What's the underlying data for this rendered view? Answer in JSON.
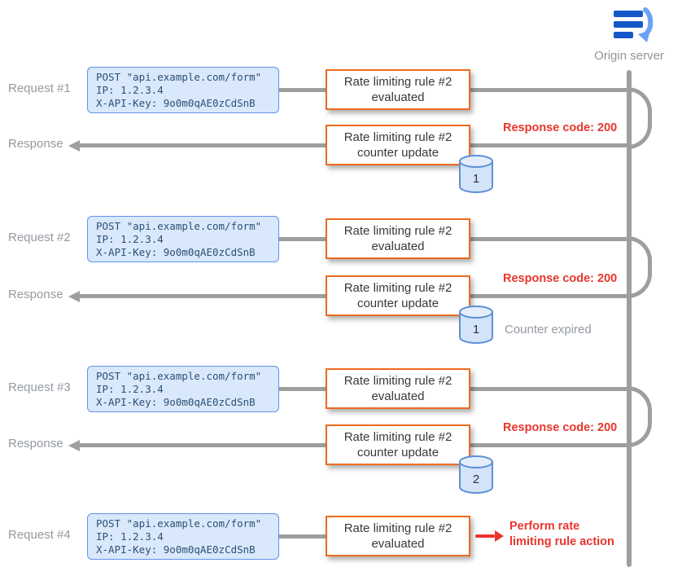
{
  "server": {
    "label": "Origin server"
  },
  "colors": {
    "accent_orange": "#ed6b21",
    "box_blue_fill": "#d9e8fb",
    "box_blue_border": "#5f93e8",
    "line_gray": "#9e9e9e",
    "note_red": "#e8362d",
    "icon_blue": "#1558c9"
  },
  "groups": [
    {
      "request_label": "Request #1",
      "payload": [
        "POST \"api.example.com/form\"",
        "IP: 1.2.3.4",
        "X-API-Key: 9o0m0qAE0zCdSnB"
      ],
      "eval_box": {
        "line1": "Rate limiting rule #2",
        "line2": "evaluated"
      },
      "response_label": "Response",
      "counter_box": {
        "line1": "Rate limiting rule #2",
        "line2": "counter update"
      },
      "counter_value": "1",
      "response_note": "Response code: 200"
    },
    {
      "request_label": "Request #2",
      "payload": [
        "POST \"api.example.com/form\"",
        "IP: 1.2.3.4",
        "X-API-Key: 9o0m0qAE0zCdSnB"
      ],
      "eval_box": {
        "line1": "Rate limiting rule #2",
        "line2": "evaluated"
      },
      "response_label": "Response",
      "counter_box": {
        "line1": "Rate limiting rule #2",
        "line2": "counter update"
      },
      "counter_value": "1",
      "response_note": "Response code: 200",
      "counter_note": "Counter expired"
    },
    {
      "request_label": "Request #3",
      "payload": [
        "POST \"api.example.com/form\"",
        "IP: 1.2.3.4",
        "X-API-Key: 9o0m0qAE0zCdSnB"
      ],
      "eval_box": {
        "line1": "Rate limiting rule #2",
        "line2": "evaluated"
      },
      "response_label": "Response",
      "counter_box": {
        "line1": "Rate limiting rule #2",
        "line2": "counter update"
      },
      "counter_value": "2",
      "response_note": "Response code: 200"
    },
    {
      "request_label": "Request #4",
      "payload": [
        "POST \"api.example.com/form\"",
        "IP: 1.2.3.4",
        "X-API-Key: 9o0m0qAE0zCdSnB"
      ],
      "eval_box": {
        "line1": "Rate limiting rule #2",
        "line2": "evaluated"
      },
      "action_note": {
        "line1": "Perform rate",
        "line2": "limiting rule action"
      }
    }
  ]
}
